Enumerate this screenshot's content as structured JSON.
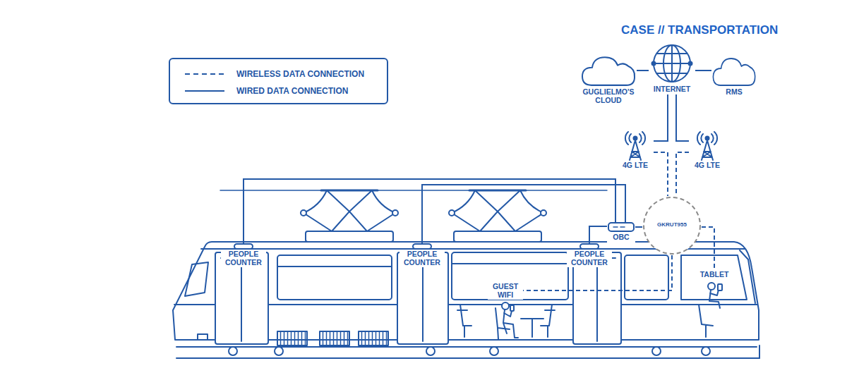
{
  "diagram": {
    "title": "CASE // TRANSPORTATION",
    "nodes": [
      {
        "text": [
          "GUGLIELMO'S CLOUD"
        ]
      },
      {
        "text": [
          "INTERNET"
        ]
      },
      {
        "text": [
          "RMS"
        ]
      },
      {
        "text": [
          "4G LTE"
        ]
      },
      {
        "text": [
          "4G LTE"
        ]
      },
      {
        "text": [
          "GKRUT955"
        ]
      },
      {
        "text": [
          "OBC"
        ]
      },
      {
        "text": [
          "PEOPLE COUNTER"
        ]
      },
      {
        "text": [
          "PEOPLE COUNTER"
        ]
      },
      {
        "text": [
          "PEOPLE COUNTER"
        ]
      },
      {
        "text": [
          "GUEST WIFI"
        ]
      },
      {
        "text": [
          "TABLET"
        ]
      }
    ],
    "edges": [
      {
        "from": 0,
        "to": 1,
        "arrow": "none"
      },
      {
        "from": 1,
        "to": 2,
        "arrow": "none"
      },
      {
        "from": 1,
        "to": 3,
        "arrow": "none"
      },
      {
        "from": 1,
        "to": 4,
        "arrow": "none"
      },
      {
        "from": 3,
        "to": 5,
        "arrow": "none"
      },
      {
        "from": 4,
        "to": 5,
        "arrow": "none"
      },
      {
        "from": 5,
        "to": 6,
        "arrow": "none"
      },
      {
        "from": 6,
        "to": 7,
        "arrow": "none"
      },
      {
        "from": 6,
        "to": 8,
        "arrow": "none"
      },
      {
        "from": 6,
        "to": 9,
        "arrow": "none"
      },
      {
        "from": 5,
        "to": 10,
        "arrow": "none"
      },
      {
        "from": 5,
        "to": 11,
        "arrow": "none"
      }
    ],
    "legend": [
      {
        "text": "WIRELESS DATA CONNECTION"
      },
      {
        "text": "WIRED DATA CONNECTION"
      }
    ]
  }
}
